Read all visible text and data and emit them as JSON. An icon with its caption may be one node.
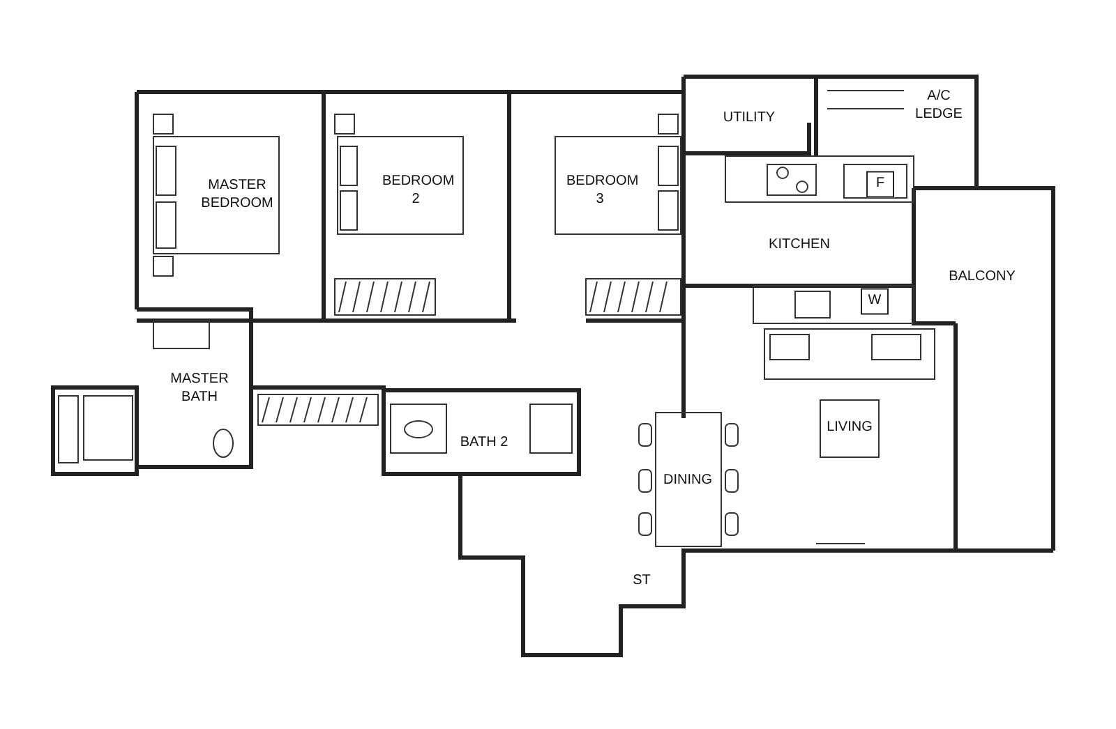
{
  "diagram": {
    "labels": [
      "MASTER BEDROOM",
      "BEDROOM 2",
      "BEDROOM 3",
      "UTILITY",
      "A/C LEDGE",
      "F",
      "KITCHEN",
      "BALCONY",
      "W",
      "MASTER BATH",
      "BATH 2",
      "LIVING",
      "DINING",
      "ST"
    ]
  }
}
